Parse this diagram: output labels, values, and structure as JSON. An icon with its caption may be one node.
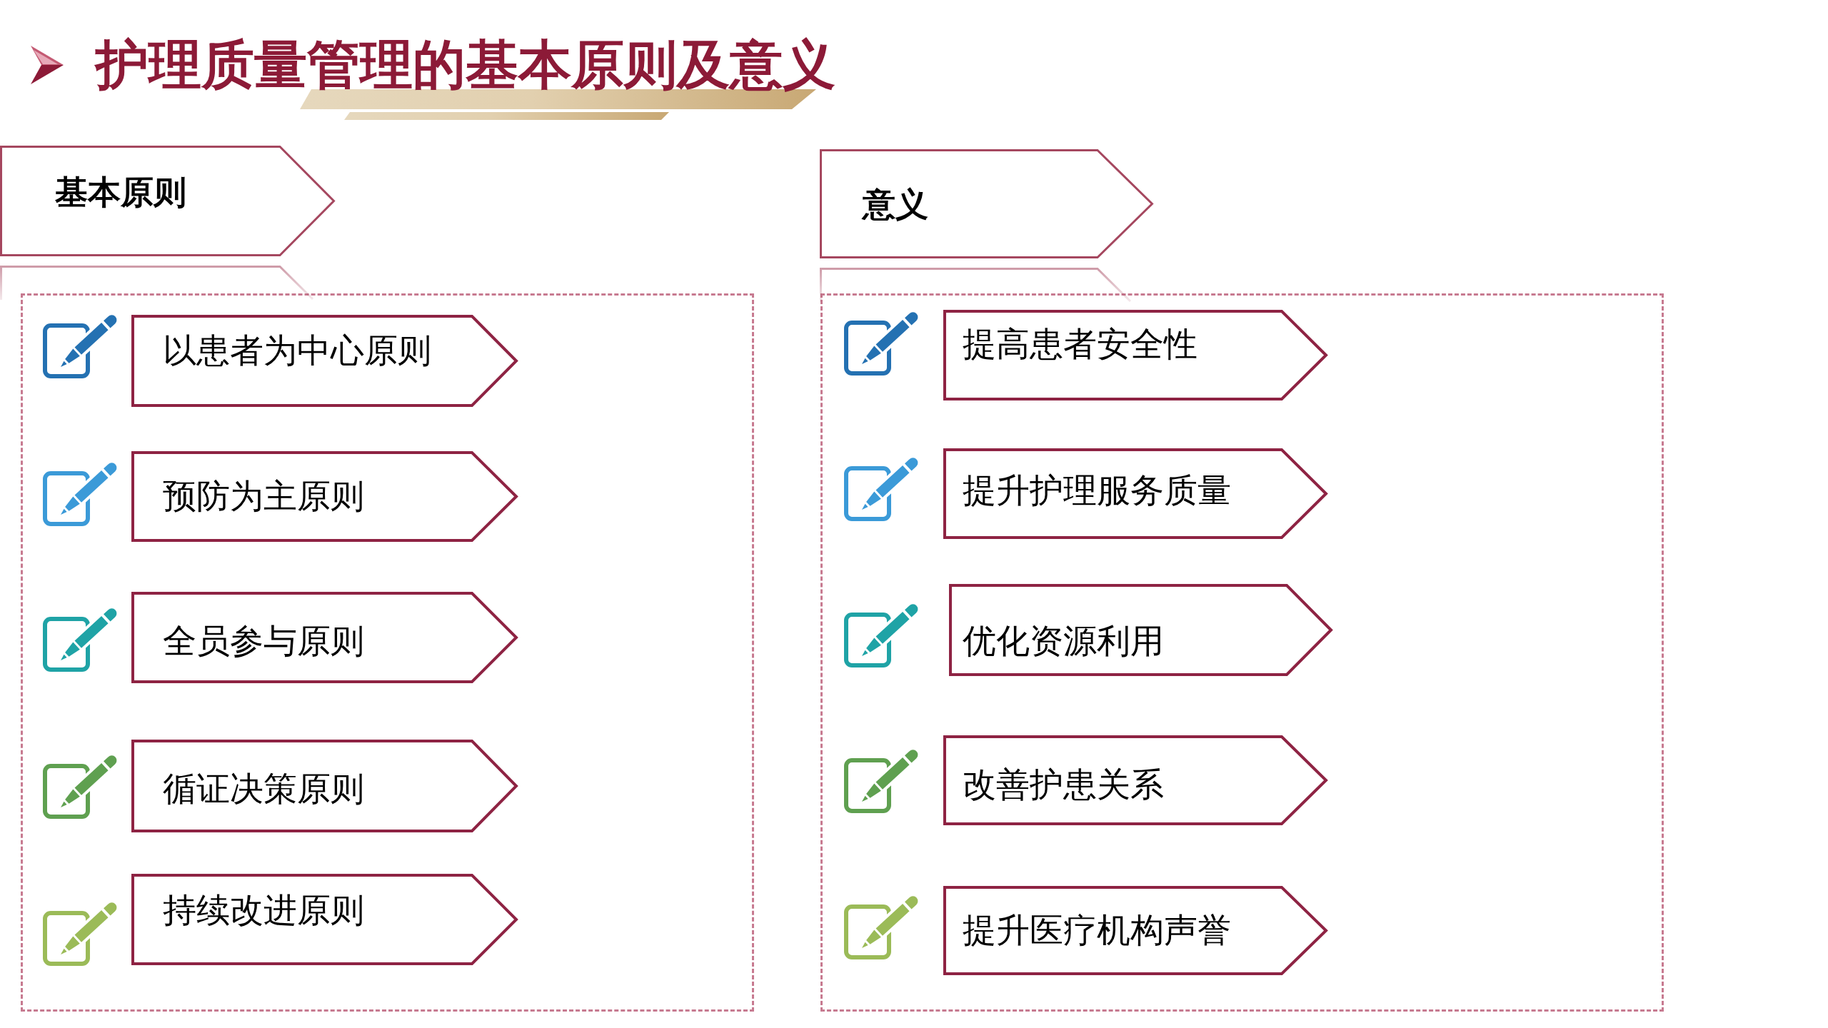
{
  "diagram": {
    "title": "护理质量管理的基本原则及意义",
    "nodes": [
      {
        "text": [
          "基本原则"
        ]
      },
      {
        "text": [],
        "shape": "box"
      },
      {
        "text": [
          "以患者为中心原则"
        ],
        "in": 1
      },
      {
        "text": [
          "预防为主原则"
        ],
        "in": 1
      },
      {
        "text": [
          "全员参与原则"
        ],
        "in": 1
      },
      {
        "text": [
          "循证决策原则"
        ],
        "in": 1
      },
      {
        "text": [
          "持续改进原则"
        ],
        "in": 1
      },
      {
        "text": [
          "意义"
        ]
      },
      {
        "text": [],
        "shape": "box"
      },
      {
        "text": [
          "提高患者安全性"
        ],
        "in": 8
      },
      {
        "text": [
          "提升护理服务质量"
        ],
        "in": 8
      },
      {
        "text": [
          "优化资源利用"
        ],
        "in": 8
      },
      {
        "text": [
          "改善护患关系"
        ],
        "in": 8
      },
      {
        "text": [
          "提升医疗机构声誉"
        ],
        "in": 8
      }
    ]
  }
}
